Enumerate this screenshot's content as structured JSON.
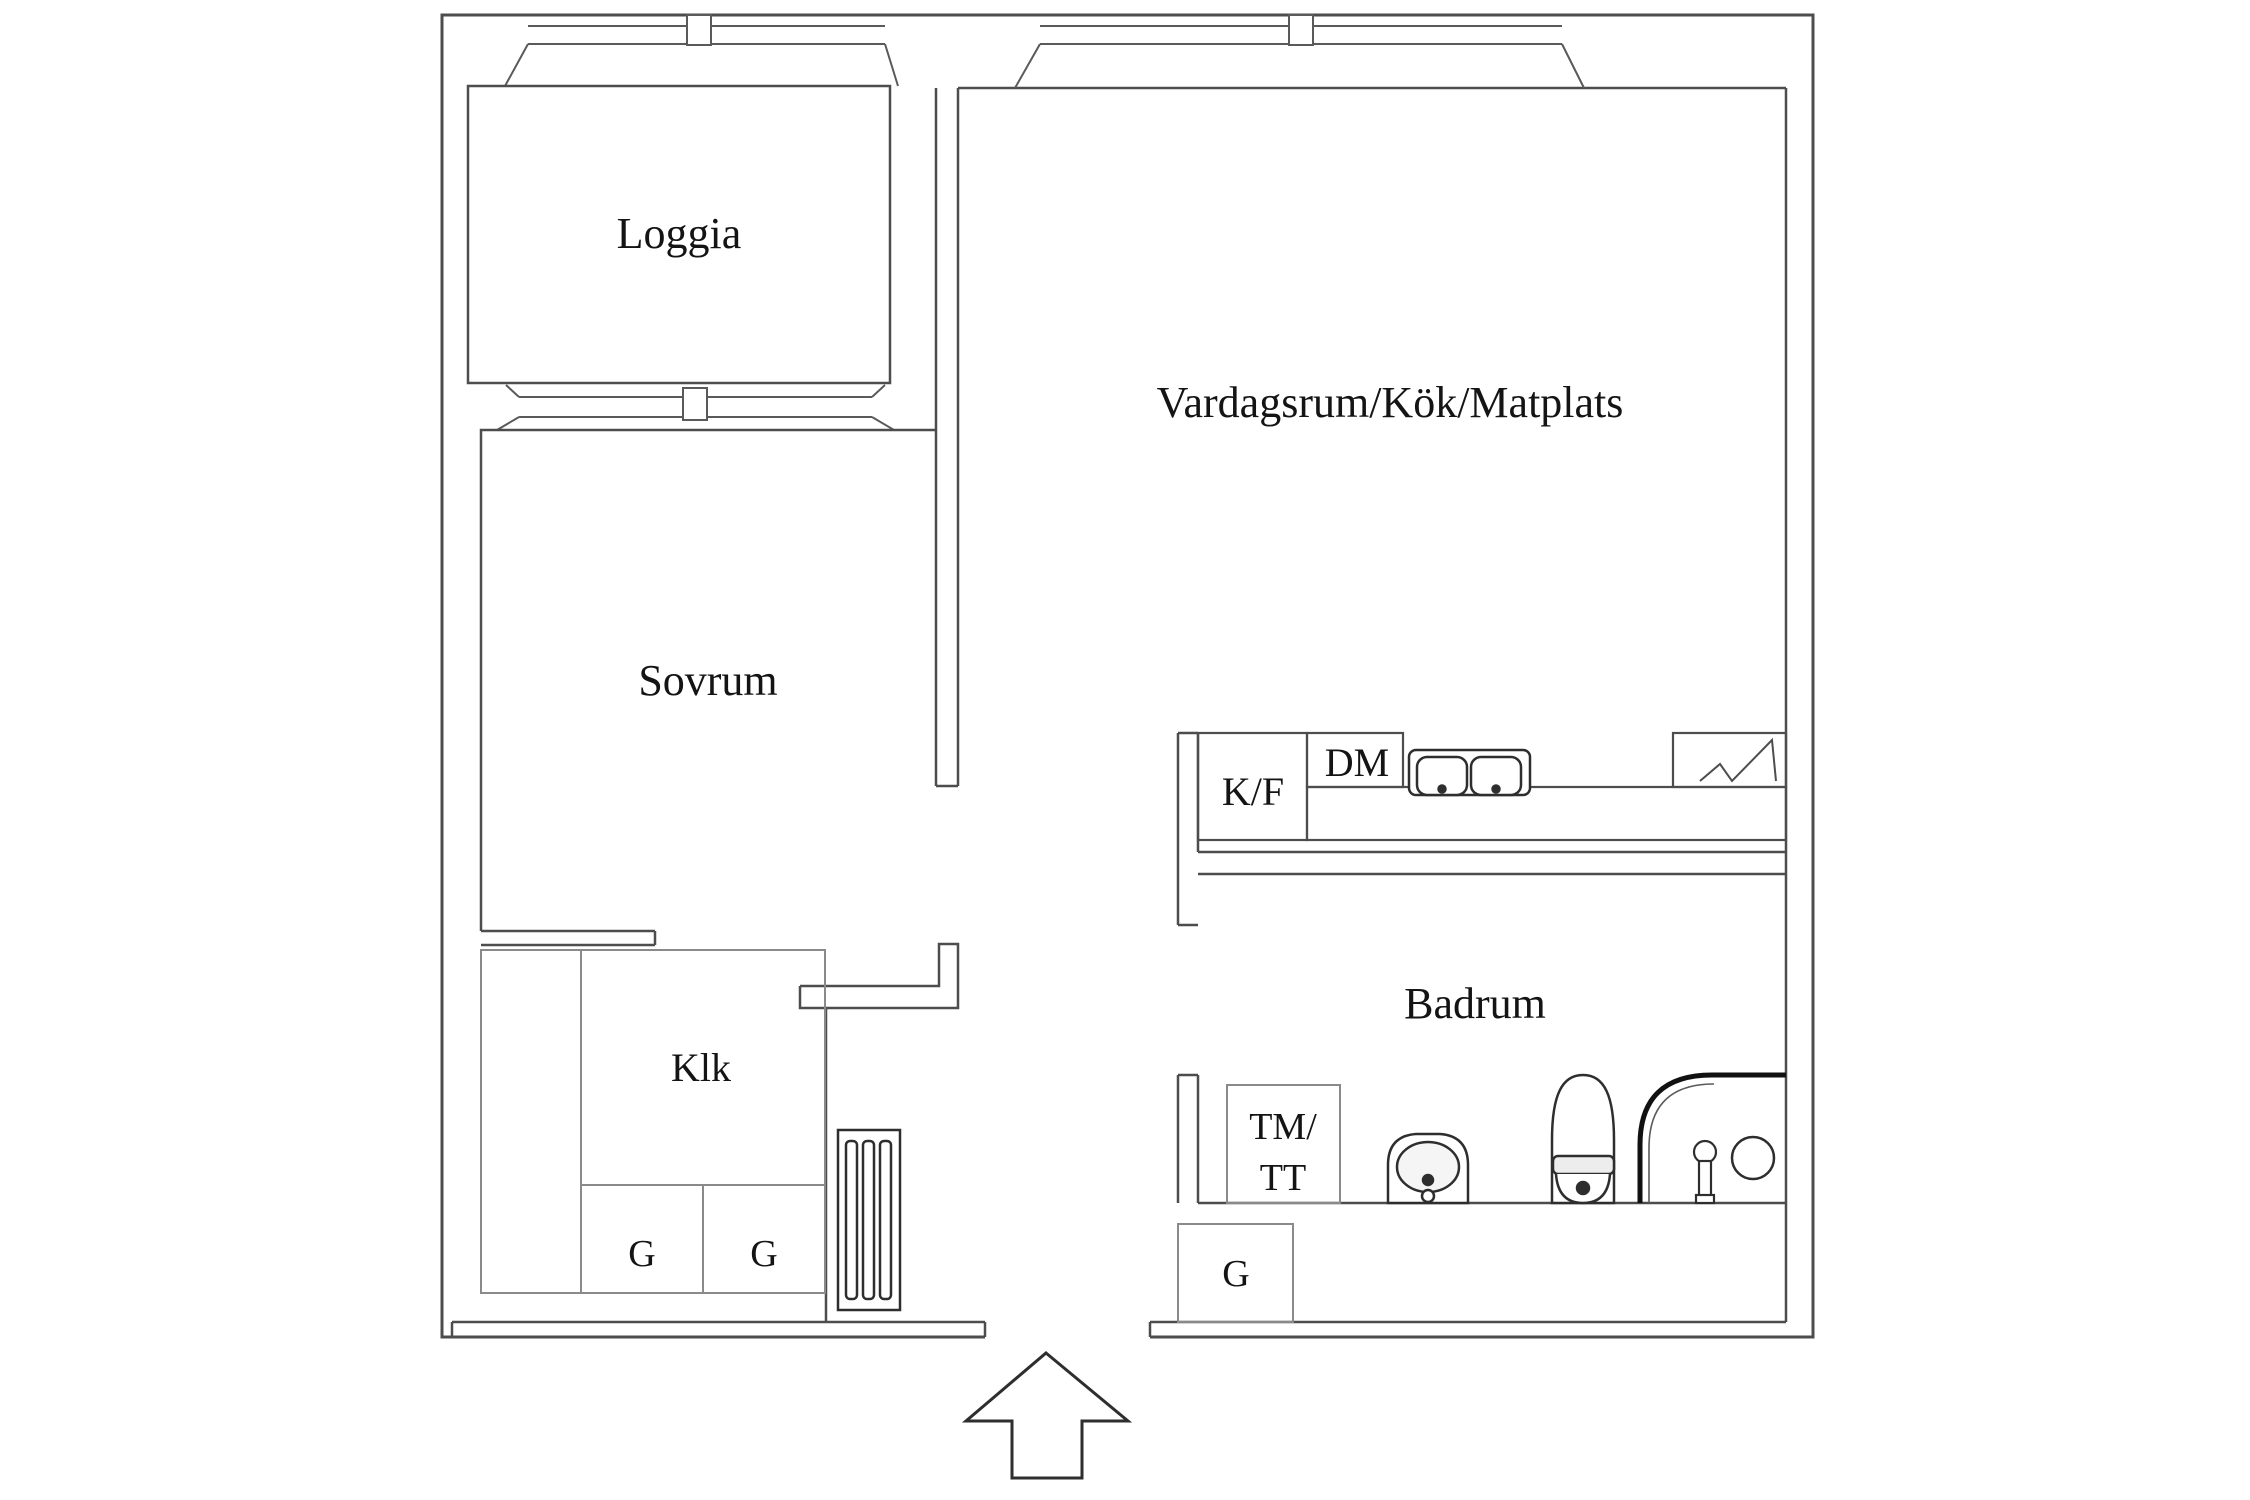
{
  "plan": {
    "background": "#ffffff",
    "wall_color": "#4d4d4d",
    "furniture_color": "#8a8a8a",
    "fixture_color": "#2e2e2e",
    "text_color": "#141414",
    "rooms": {
      "loggia": "Loggia",
      "bedroom": "Sovrum",
      "living_kitchen_dining": "Vardagsrum/Kök/Matplats",
      "bathroom": "Badrum",
      "walk_in_closet": "Klk"
    },
    "appliances": {
      "fridge_freezer": "K/F",
      "dishwasher": "DM",
      "washer_dryer_line1": "TM/",
      "washer_dryer_line2": "TT"
    },
    "wardrobes": {
      "g_left": "G",
      "g_right": "G",
      "g_hall": "G"
    }
  }
}
